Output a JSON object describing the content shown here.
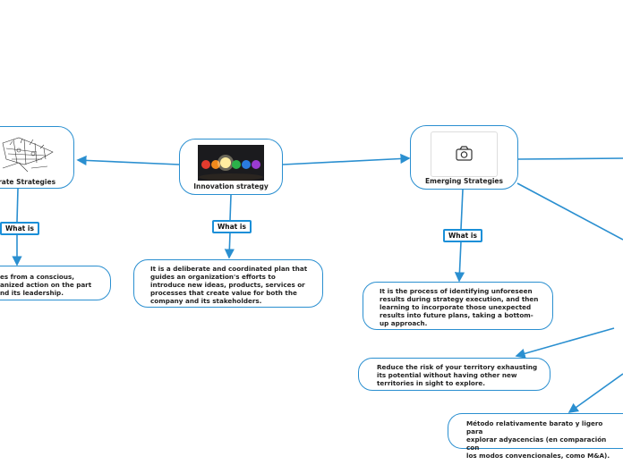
{
  "nodes": {
    "deliberate": {
      "label": "erate Strategies"
    },
    "innovation": {
      "label": "Innovation strategy"
    },
    "emerging": {
      "label": "Emerging Strategies"
    }
  },
  "tags": {
    "deliberate": "What is",
    "innovation": "What is",
    "emerging": "What is"
  },
  "texts": {
    "deliberate_def": [
      "es from a conscious,",
      "anized action on the part",
      "nd its leadership."
    ],
    "innovation_def": [
      "It is a deliberate and coordinated plan that",
      "guides an organization's efforts to",
      "introduce new ideas, products, services or",
      "processes that create value for both the",
      "company and its stakeholders."
    ],
    "emerging_def": [
      "It is the process of identifying unforeseen",
      "results during strategy execution, and then",
      "learning to incorporate those unexpected",
      "results into future plans, taking a bottom-",
      "up approach."
    ],
    "reduce_risk": [
      "Reduce the risk of your territory exhausting",
      "its potential without having other new",
      "territories in sight to explore."
    ],
    "metodo": [
      "Método relativamente barato y ligero para",
      "explorar adyacencias (en comparación con",
      "los modos convencionales, como M&A)."
    ]
  },
  "colors": {
    "line": "#2a8fd0",
    "border": "#2a8fd0"
  },
  "icons": {
    "deliberate": "sketch-drawing-icon",
    "innovation": "colorful-lightbulbs-icon",
    "emerging": "camera-icon"
  }
}
